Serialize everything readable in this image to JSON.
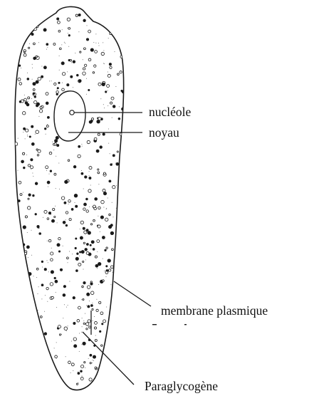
{
  "labels": {
    "nucleole": "nucléole",
    "noyau": "noyau",
    "membrane": "membrane plasmique",
    "paraglycogene": "Paraglycogène"
  },
  "colors": {
    "ink": "#1a1a1a",
    "background": "#ffffff"
  }
}
